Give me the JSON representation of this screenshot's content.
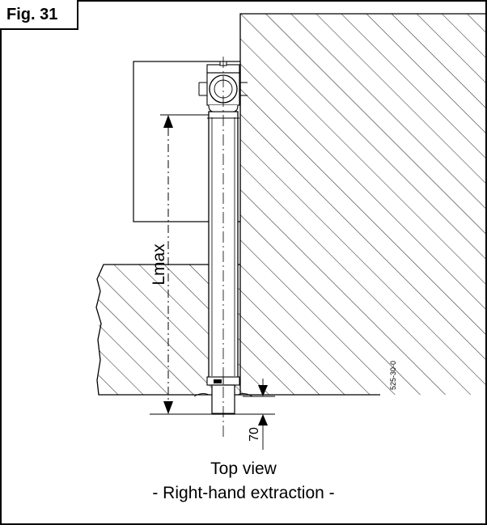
{
  "figure": {
    "label": "Fig. 31"
  },
  "drawing": {
    "dimension_length_label": "Lmax",
    "dimension_offset_label": "70",
    "drawing_code": "525-30-0"
  },
  "caption": {
    "line1": "Top view",
    "line2": "- Right-hand extraction -"
  }
}
